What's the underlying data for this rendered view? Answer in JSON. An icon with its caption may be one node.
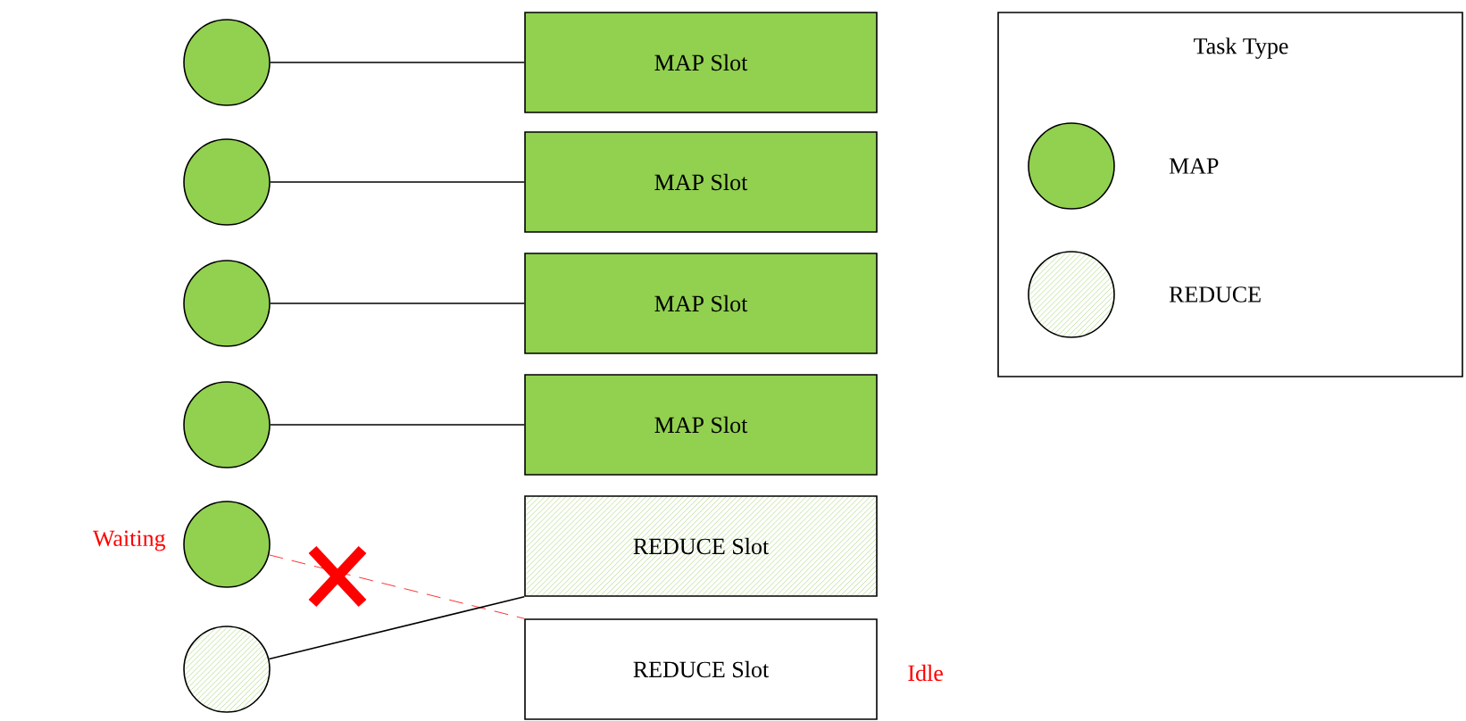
{
  "diagram": {
    "nodes": [
      {
        "text": [],
        "shape": "circle"
      },
      {
        "text": [],
        "shape": "circle"
      },
      {
        "text": [],
        "shape": "circle"
      },
      {
        "text": [],
        "shape": "circle"
      },
      {
        "text": [],
        "shape": "circle",
        "beside": [
          "Waiting"
        ]
      },
      {
        "text": [],
        "shape": "circle"
      },
      {
        "text": [
          "MAP Slot"
        ]
      },
      {
        "text": [
          "MAP Slot"
        ]
      },
      {
        "text": [
          "MAP Slot"
        ]
      },
      {
        "text": [
          "MAP Slot"
        ]
      },
      {
        "text": [
          "REDUCE Slot"
        ]
      },
      {
        "text": [
          "REDUCE Slot"
        ],
        "beside": [
          "Idle"
        ]
      }
    ],
    "edges": [
      {
        "from": 0,
        "to": 6,
        "arrow": "none"
      },
      {
        "from": 1,
        "to": 7,
        "arrow": "none"
      },
      {
        "from": 2,
        "to": 8,
        "arrow": "none"
      },
      {
        "from": 3,
        "to": 9,
        "arrow": "none"
      },
      {
        "from": 4,
        "to": 11,
        "arrow": "none",
        "style": "dashed",
        "color": "#ff0000"
      },
      {
        "from": 5,
        "to": 10,
        "arrow": "none"
      }
    ],
    "labels": [
      "Task Type"
    ],
    "legend": [
      {
        "text": "MAP",
        "color": "#92d050"
      },
      {
        "text": "REDUCE"
      }
    ]
  }
}
